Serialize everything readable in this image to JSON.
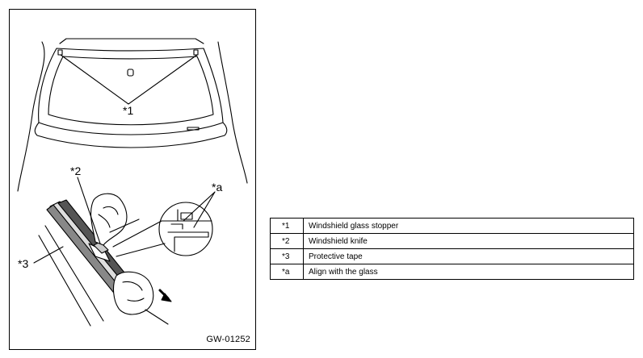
{
  "figure": {
    "code": "GW-01252",
    "callouts": [
      {
        "id": "1",
        "text": "*1"
      },
      {
        "id": "2",
        "text": "*2"
      },
      {
        "id": "3",
        "text": "*3"
      },
      {
        "id": "a",
        "text": "*a"
      }
    ]
  },
  "legend": {
    "rows": [
      {
        "key": "*1",
        "description": "Windshield glass stopper"
      },
      {
        "key": "*2",
        "description": "Windshield knife"
      },
      {
        "key": "*3",
        "description": "Protective tape"
      },
      {
        "key": "*a",
        "description": "Align with the glass"
      }
    ]
  }
}
